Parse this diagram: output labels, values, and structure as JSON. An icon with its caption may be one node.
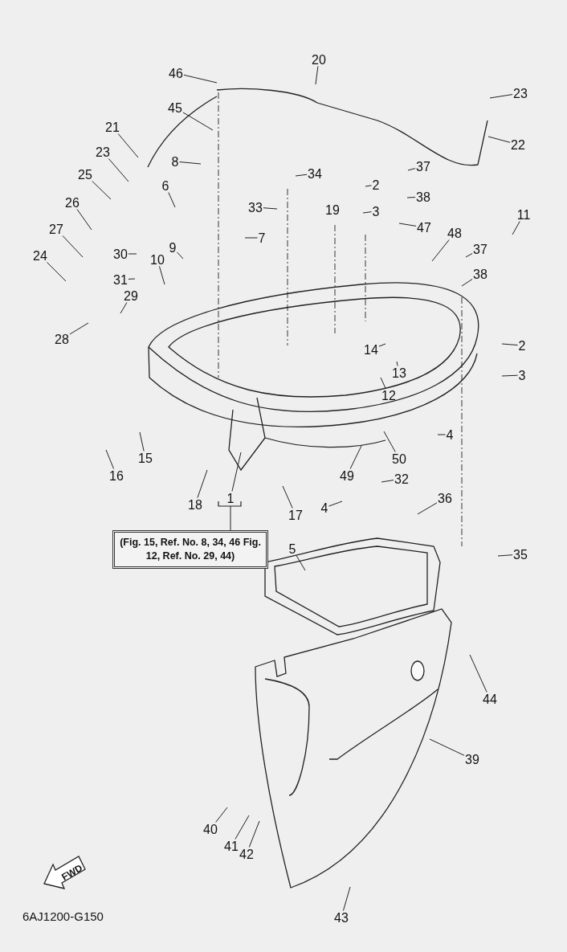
{
  "diagram": {
    "nodes": [
      {
        "text": [
          "46"
        ]
      },
      {
        "text": [
          "20"
        ]
      },
      {
        "text": [
          "23"
        ]
      },
      {
        "text": [
          "45"
        ]
      },
      {
        "text": [
          "21"
        ]
      },
      {
        "text": [
          "22"
        ]
      },
      {
        "text": [
          "23"
        ]
      },
      {
        "text": [
          "8"
        ]
      },
      {
        "text": [
          "34"
        ]
      },
      {
        "text": [
          "37"
        ]
      },
      {
        "text": [
          "2"
        ]
      },
      {
        "text": [
          "25"
        ]
      },
      {
        "text": [
          "38"
        ]
      },
      {
        "text": [
          "6"
        ]
      },
      {
        "text": [
          "33"
        ]
      },
      {
        "text": [
          "19"
        ]
      },
      {
        "text": [
          "3"
        ]
      },
      {
        "text": [
          "47"
        ]
      },
      {
        "text": [
          "26"
        ]
      },
      {
        "text": [
          "7"
        ]
      },
      {
        "text": [
          "9"
        ]
      },
      {
        "text": [
          "10"
        ]
      },
      {
        "text": [
          "27"
        ]
      },
      {
        "text": [
          "30"
        ]
      },
      {
        "text": [
          "48"
        ]
      },
      {
        "text": [
          "37"
        ]
      },
      {
        "text": [
          "11"
        ]
      },
      {
        "text": [
          "31"
        ]
      },
      {
        "text": [
          "38"
        ]
      },
      {
        "text": [
          "29"
        ]
      },
      {
        "text": [
          "24"
        ]
      },
      {
        "text": [
          "28"
        ]
      },
      {
        "text": [
          "14"
        ]
      },
      {
        "text": [
          "2"
        ]
      },
      {
        "text": [
          "13"
        ]
      },
      {
        "text": [
          "12"
        ]
      },
      {
        "text": [
          "3"
        ]
      },
      {
        "text": [
          "4"
        ]
      },
      {
        "text": [
          "15"
        ]
      },
      {
        "text": [
          "50"
        ]
      },
      {
        "text": [
          "16"
        ]
      },
      {
        "text": [
          "49"
        ]
      },
      {
        "text": [
          "32"
        ]
      },
      {
        "text": [
          "4"
        ]
      },
      {
        "text": [
          "18"
        ]
      },
      {
        "text": [
          "17"
        ]
      },
      {
        "text": [
          "36"
        ]
      },
      {
        "text": [
          "1"
        ]
      },
      {
        "text": [
          "(Fig. 15, Ref. No. 8, 34, 46 Fig. 12, Ref. No. 29, 44)"
        ]
      },
      {
        "text": [
          "5"
        ]
      },
      {
        "text": [
          "35"
        ]
      },
      {
        "text": [
          "44"
        ]
      },
      {
        "text": [
          "39"
        ]
      },
      {
        "text": [
          "40"
        ]
      },
      {
        "text": [
          "41"
        ]
      },
      {
        "text": [
          "42"
        ]
      },
      {
        "text": [
          "43"
        ]
      }
    ],
    "edges": [
      {
        "from": 0,
        "to": null,
        "arrow": "none"
      },
      {
        "from": 1,
        "to": null,
        "arrow": "none"
      },
      {
        "from": 2,
        "to": null,
        "arrow": "none"
      },
      {
        "from": 3,
        "to": null,
        "arrow": "none"
      },
      {
        "from": 4,
        "to": null,
        "arrow": "none"
      },
      {
        "from": 5,
        "to": null,
        "arrow": "none"
      },
      {
        "from": 6,
        "to": null,
        "arrow": "none"
      },
      {
        "from": 7,
        "to": null,
        "arrow": "none"
      },
      {
        "from": 8,
        "to": null,
        "arrow": "none"
      },
      {
        "from": 9,
        "to": null,
        "arrow": "none"
      },
      {
        "from": 10,
        "to": null,
        "arrow": "none"
      },
      {
        "from": 11,
        "to": null,
        "arrow": "none"
      },
      {
        "from": 12,
        "to": null,
        "arrow": "none"
      },
      {
        "from": 13,
        "to": null,
        "arrow": "none"
      },
      {
        "from": 14,
        "to": null,
        "arrow": "none"
      },
      {
        "from": 16,
        "to": null,
        "arrow": "none"
      },
      {
        "from": 17,
        "to": null,
        "arrow": "none"
      },
      {
        "from": 18,
        "to": null,
        "arrow": "none"
      },
      {
        "from": 19,
        "to": null,
        "arrow": "none"
      },
      {
        "from": 20,
        "to": null,
        "arrow": "none"
      },
      {
        "from": 21,
        "to": null,
        "arrow": "none"
      },
      {
        "from": 22,
        "to": null,
        "arrow": "none"
      },
      {
        "from": 23,
        "to": null,
        "arrow": "none"
      },
      {
        "from": 24,
        "to": null,
        "arrow": "none"
      },
      {
        "from": 25,
        "to": null,
        "arrow": "none"
      },
      {
        "from": 26,
        "to": null,
        "arrow": "none"
      },
      {
        "from": 27,
        "to": null,
        "arrow": "none"
      },
      {
        "from": 28,
        "to": null,
        "arrow": "none"
      },
      {
        "from": 29,
        "to": null,
        "arrow": "none"
      },
      {
        "from": 30,
        "to": null,
        "arrow": "none"
      },
      {
        "from": 31,
        "to": null,
        "arrow": "none"
      },
      {
        "from": 32,
        "to": null,
        "arrow": "none"
      },
      {
        "from": 33,
        "to": null,
        "arrow": "none"
      },
      {
        "from": 34,
        "to": null,
        "arrow": "none"
      },
      {
        "from": 35,
        "to": null,
        "arrow": "none"
      },
      {
        "from": 36,
        "to": null,
        "arrow": "none"
      },
      {
        "from": 37,
        "to": null,
        "arrow": "none"
      },
      {
        "from": 38,
        "to": null,
        "arrow": "none"
      },
      {
        "from": 39,
        "to": null,
        "arrow": "none"
      },
      {
        "from": 40,
        "to": null,
        "arrow": "none"
      },
      {
        "from": 41,
        "to": null,
        "arrow": "none"
      },
      {
        "from": 42,
        "to": null,
        "arrow": "none"
      },
      {
        "from": 43,
        "to": null,
        "arrow": "none"
      },
      {
        "from": 44,
        "to": null,
        "arrow": "none"
      },
      {
        "from": 45,
        "to": null,
        "arrow": "none"
      },
      {
        "from": 46,
        "to": null,
        "arrow": "none"
      },
      {
        "from": 47,
        "to": null,
        "arrow": "none"
      },
      {
        "from": 48,
        "to": 47,
        "arrow": "none"
      },
      {
        "from": 49,
        "to": null,
        "arrow": "none"
      },
      {
        "from": 50,
        "to": null,
        "arrow": "none"
      },
      {
        "from": 51,
        "to": null,
        "arrow": "none"
      },
      {
        "from": 52,
        "to": null,
        "arrow": "none"
      },
      {
        "from": 53,
        "to": null,
        "arrow": "none"
      },
      {
        "from": 54,
        "to": null,
        "arrow": "none"
      },
      {
        "from": 55,
        "to": null,
        "arrow": "none"
      },
      {
        "from": 56,
        "to": null,
        "arrow": "none"
      }
    ],
    "labels": [
      "FWD",
      "6AJ1200-G150"
    ]
  }
}
